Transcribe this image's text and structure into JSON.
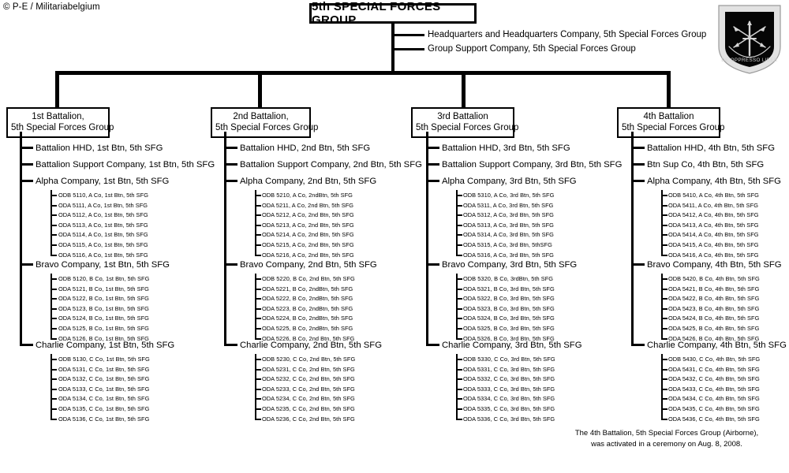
{
  "credit": "© P-E / Militariabelgium",
  "title": "5th SPECIAL FORCES GROUP",
  "group_staff": [
    "Headquarters and Headquarters Company,  5th Special Forces Group",
    "Group Support Company,  5th Special Forces Group"
  ],
  "footnote": {
    "line1": "The 4th Battalion, 5th Special Forces Group (Airborne),",
    "line2": "was activated in a ceremony on Aug. 8, 2008."
  },
  "insignia": {
    "name": "special-forces-crest",
    "motto": "DE OPPRESSO LIBER",
    "flash_color": "#000000",
    "border_color": "#d8d8d8"
  },
  "battalions": [
    {
      "box_line1": "1st Battalion,",
      "box_line2": "5th Special Forces Group",
      "staff": [
        "Battalion HHD, 1st Btn, 5th SFG",
        "Battalion  Support Company, 1st Btn, 5th SFG"
      ],
      "companies": [
        {
          "label": "Alpha Company, 1st Btn, 5th SFG",
          "detachments": [
            "ODB 5110, A Co, 1st Btn, 5th SFG",
            "ODA 5111, A Co, 1st Btn, 5th SFG",
            "ODA 5112, A Co, 1st Btn, 5th SFG",
            "ODA 5113, A Co, 1st Btn, 5th SFG",
            "ODA 5114, A Co, 1st Btn, 5th SFG",
            "ODA 5115, A Co, 1st Btn, 5th SFG",
            "ODA 5116, A Co, 1st Btn, 5th SFG"
          ]
        },
        {
          "label": "Bravo Company, 1st Btn, 5th SFG",
          "detachments": [
            "ODB 5120, B Co, 1st Btn, 5th SFG",
            "ODA 5121, B Co, 1st Btn, 5th SFG",
            "ODA 5122, B Co, 1st Btn, 5th SFG",
            "ODA 5123, B Co, 1st Btn, 5th SFG",
            "ODA 5124, B Co, 1st Btn, 5th SFG",
            "ODA 5125, B Co, 1st Btn, 5th SFG",
            "ODA 5126, B Co, 1st Btn, 5th SFG"
          ]
        },
        {
          "label": "Charlie Company, 1st Btn, 5th SFG",
          "detachments": [
            "ODB 5130, C Co, 1st Btn, 5th SFG",
            "ODA 5131, C Co, 1st Btn, 5th SFG",
            "ODA 5132, C Co, 1st Btn, 5th SFG",
            "ODA 5133, C Co, 1st Btn, 5th SFG",
            "ODA 5134, C Co, 1st Btn, 5th SFG",
            "ODA 5135, C Co, 1st Btn, 5th SFG",
            "ODA 5136, C Co, 1st Btn, 5th SFG"
          ]
        }
      ]
    },
    {
      "box_line1": "2nd Battalion,",
      "box_line2": "5th Special Forces Group",
      "staff": [
        "Battalion HHD, 2nd Btn, 5th SFG",
        "Battalion  Support Company, 2nd Btn, 5th SFG"
      ],
      "companies": [
        {
          "label": "Alpha Company, 2nd Btn, 5th SFG",
          "detachments": [
            "ODB 5210, A Co, 2ndBtn,  5th SFG",
            "ODA 5211, A Co, 2nd Btn,  5th SFG",
            "ODA 5212, A Co, 2nd Btn,  5th SFG",
            "ODA 5213, A Co, 2nd Btn,  5th SFG",
            "ODA 5214, A Co, 2nd Btn,  5th SFG",
            "ODA 5215, A Co, 2nd Btn,  5th SFG",
            "ODA 5216, A Co, 2nd Btn,  5th SFG"
          ]
        },
        {
          "label": "Bravo Company, 2nd Btn, 5th SFG",
          "detachments": [
            "ODB 5220, B Co, 2nd Btn, 5th SFG",
            "ODA 5221, B Co, 2ndBtn, 5th SFG",
            "ODA 5222, B Co, 2ndBtn, 5th SFG",
            "ODA 5223, B Co, 2ndBtn, 5th SFG",
            "ODA 5224, B Co, 2ndBtn, 5th SFG",
            "ODA 5225, B Co, 2ndBtn, 5th SFG",
            "ODA 5226, B Co, 2nd Btn, 5th SFG"
          ]
        },
        {
          "label": "Charlie Company, 2nd Btn, 5th SFG",
          "detachments": [
            "ODB 5230, C Co, 2nd Btn, 5th SFG",
            "ODA 5231, C Co, 2nd Btn, 5th SFG",
            "ODA 5232, C Co, 2nd Btn, 5th SFG",
            "ODA 5233, C Co, 2nd Btn, 5th SFG",
            "ODA 5234, C Co, 2nd Btn, 5th SFG",
            "ODA 5235, C Co, 2nd Btn, 5th SFG",
            "ODA 5236, C Co, 2nd Btn, 5th SFG"
          ]
        }
      ]
    },
    {
      "box_line1": "3rd Battalion",
      "box_line2": "5th Special Forces Group",
      "staff": [
        "Battalion HHD,  3rd Btn, 5th SFG",
        "Battalion  Support Company, 3rd Btn,  5th SFG"
      ],
      "companies": [
        {
          "label": "Alpha Company, 3rd Btn, 5th SFG",
          "detachments": [
            "ODB 5310, A Co, 3rd Btn, 5th SFG",
            "ODA 5311, A Co, 3rd Btn, 5th SFG",
            "ODA 5312, A Co, 3rd Btn, 5th SFG",
            "ODA 5313, A Co, 3rd Btn, 5th SFG",
            "ODA 5314, A Co, 3rd Btn, 5th SFG",
            "ODA 5315, A Co, 3rd Btn, 5thSFG",
            "ODA 5316, A Co, 3rd Btn, 5th SFG"
          ]
        },
        {
          "label": "Bravo Company, 3rd Btn, 5th SFG",
          "detachments": [
            "ODB 5320, B Co, 3rdBtn, 5th SFG",
            "ODA 5321, B Co, 3rd Btn, 5th SFG",
            "ODA 5322, B Co, 3rd Btn, 5th SFG",
            "ODA 5323, B Co, 3rd Btn, 5th SFG",
            "ODA 5324, B Co, 3rd Btn, 5th SFG",
            "ODA 5325, B Co, 3rd Btn, 5th SFG",
            "ODA 5326, B Co, 3rd Btn, 5th SFG"
          ]
        },
        {
          "label": "Charlie Company, 3rd Btn, 5th SFG",
          "detachments": [
            "ODB 5330, C Co, 3rd Btn, 5th SFG",
            "ODA 5331, C Co, 3rd Btn, 5th SFG",
            "ODA 5332, C Co, 3rd Btn, 5th SFG",
            "ODA 5333, C Co, 3rd Btn, 5th SFG",
            "ODA 5334, C Co, 3rd Btn, 5th SFG",
            "ODA 5335, C Co, 3rd Btn, 5th SFG",
            "ODA 5336, C Co, 3rd Btn, 5th SFG"
          ]
        }
      ]
    },
    {
      "box_line1": "4th Battalion",
      "box_line2": "5th Special Forces Group",
      "staff": [
        "Battalion HHD, 4th Btn, 5th SFG",
        "Btn  Sup Co, 4th Btn, 5th SFG"
      ],
      "companies": [
        {
          "label": "Alpha Company, 4th Btn, 5th SFG",
          "detachments": [
            "ODB 5410, A Co, 4th Btn, 5th SFG",
            "ODA 5411, A Co, 4th Btn, 5th SFG",
            "ODA 5412, A Co, 4th Btn, 5th SFG",
            "ODA 5413, A Co, 4th Btn, 5th SFG",
            "ODA 5414, A Co, 4th Btn, 5th SFG",
            "ODA 5415, A Co, 4th Btn, 5th SFG",
            "ODA 5416, A Co, 4th Btn, 5th SFG"
          ]
        },
        {
          "label": "Bravo Company, 4th Btn, 5th SFG",
          "detachments": [
            "ODB 5420, B Co, 4th Btn, 5th SFG",
            "ODA 5421, B Co, 4th Btn, 5th SFG",
            "ODA 5422, B Co, 4th Btn, 5th SFG",
            "ODA 5423, B Co, 4th Btn, 5th SFG",
            "ODA 5424, B Co, 4th Btn, 5th SFG",
            "ODA 5425, B Co, 4th Btn, 5th SFG",
            "ODA 5426, B Co, 4th Btn, 5th SFG"
          ]
        },
        {
          "label": "Charlie Company, 4th Btn, 5th SFG",
          "detachments": [
            "ODB 5430, C Co, 4th Btn, 5th SFG",
            "ODA 5431, C Co, 4th Btn, 5th SFG",
            "ODA 5432, C Co, 4th Btn, 5th SFG",
            "ODA 5433, C Co, 4th Btn, 5th SFG",
            "ODA 5434, C Co, 4th Btn, 5th SFG",
            "ODA 5435, C Co, 4th Btn, 5th SFG",
            "ODA 5436, C Co, 4th Btn, 5th SFG"
          ]
        }
      ]
    }
  ]
}
